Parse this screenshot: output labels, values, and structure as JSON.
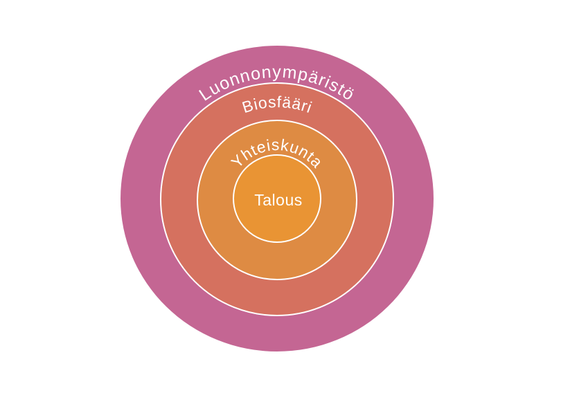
{
  "diagram": {
    "type": "nested-circles",
    "background": "#ffffff",
    "border_color": "#ffffff",
    "text_color": "#ffffff",
    "rings": [
      {
        "id": "natural-environment",
        "label": "Luonnonympäristö",
        "color": "#c46693"
      },
      {
        "id": "biosphere",
        "label": "Biosfääri",
        "color": "#d5715f"
      },
      {
        "id": "society",
        "label": "Yhteiskunta",
        "color": "#de8b43"
      },
      {
        "id": "economy",
        "label": "Talous",
        "color": "#e99434"
      }
    ]
  }
}
